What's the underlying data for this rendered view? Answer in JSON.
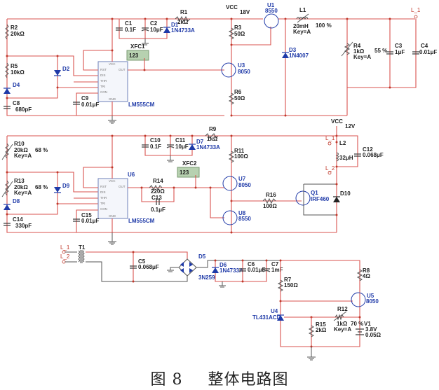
{
  "caption": {
    "figure": "图 8",
    "title": "整体电路图"
  },
  "rails": {
    "vcc_top": {
      "label": "VCC",
      "value": "18V"
    },
    "vcc_mid": {
      "label": "VCC",
      "value": "12V"
    }
  },
  "terminals": {
    "l1": "L_1",
    "l2": "L_2"
  },
  "components": {
    "R1": {
      "name": "R1",
      "value": "2kΩ"
    },
    "R2": {
      "name": "R2",
      "value": "20kΩ"
    },
    "R3": {
      "name": "R3",
      "value": "50Ω"
    },
    "R4": {
      "name": "R4",
      "value": "1kΩ",
      "key": "Key=A",
      "percent": "55 %"
    },
    "R5": {
      "name": "R5",
      "value": "10kΩ"
    },
    "R6": {
      "name": "R6",
      "value": "50Ω"
    },
    "R7": {
      "name": "R7",
      "value": "150Ω"
    },
    "R8": {
      "name": "R8",
      "value": "4Ω"
    },
    "R9": {
      "name": "R9",
      "value": "1kΩ"
    },
    "R10": {
      "name": "R10",
      "value": "20kΩ",
      "key": "Key=A",
      "percent": "68 %"
    },
    "R11": {
      "name": "R11",
      "value": "100Ω"
    },
    "R12": {
      "name": "R12",
      "value": "1kΩ",
      "key": "Key=A",
      "percent": "70 %"
    },
    "R13": {
      "name": "R13",
      "value": "20kΩ",
      "key": "Key=A",
      "percent": "68 %"
    },
    "R14": {
      "name": "R14",
      "value": "220Ω"
    },
    "R15": {
      "name": "R15",
      "value": "2kΩ"
    },
    "R16": {
      "name": "R16",
      "value": "100Ω"
    },
    "C1": {
      "name": "C1",
      "value": "0.1F"
    },
    "C2": {
      "name": "C2",
      "value": "10μF"
    },
    "C3": {
      "name": "C3",
      "value": "1μF"
    },
    "C4": {
      "name": "C4",
      "value": "0.01μF"
    },
    "C5": {
      "name": "C5",
      "value": "0.068μF"
    },
    "C6": {
      "name": "C6",
      "value": "0.01μF"
    },
    "C7": {
      "name": "C7",
      "value": "1mF"
    },
    "C8": {
      "name": "C8",
      "value": "680pF"
    },
    "C9": {
      "name": "C9",
      "value": "0.01μF"
    },
    "C10": {
      "name": "C10",
      "value": "0.1F"
    },
    "C11": {
      "name": "C11",
      "value": "10μF"
    },
    "C12": {
      "name": "C12",
      "value": "0.068μF"
    },
    "C13": {
      "name": "C13",
      "value": "0.1μF"
    },
    "C14": {
      "name": "C14",
      "value": "330pF"
    },
    "C15": {
      "name": "C15",
      "value": "0.01μF"
    },
    "L1": {
      "name": "L1",
      "value": "20mH",
      "key": "Key=A",
      "percent": "100 %"
    },
    "L2": {
      "name": "L2",
      "value": "32μH"
    },
    "D1": {
      "name": "D1",
      "value": "1N4733A"
    },
    "D2": {
      "name": "D2"
    },
    "D3": {
      "name": "D3",
      "value": "1N4007"
    },
    "D4": {
      "name": "D4"
    },
    "D5": {
      "name": "D5",
      "value": "3N259"
    },
    "D6": {
      "name": "D6",
      "value": "1N4733A"
    },
    "D7": {
      "name": "D7",
      "value": "1N4733A"
    },
    "D8": {
      "name": "D8"
    },
    "D9": {
      "name": "D9"
    },
    "D10": {
      "name": "D10"
    },
    "U1": {
      "name": "U1",
      "value": "8550"
    },
    "U3": {
      "name": "U3",
      "value": "8050"
    },
    "U4": {
      "name": "U4",
      "value": "TL431ACD"
    },
    "U5": {
      "name": "U5",
      "value": "8050"
    },
    "U6": {
      "name": "U6",
      "value": "LM555CM"
    },
    "U2": {
      "value": "LM555CM"
    },
    "U7": {
      "name": "U7",
      "value": "8050"
    },
    "U8": {
      "name": "U8",
      "value": "8550"
    },
    "Q1": {
      "name": "Q1",
      "value": "IRF460"
    },
    "T1": {
      "name": "T1"
    },
    "V1": {
      "name": "V1",
      "value": "3.8V",
      "esr": "0.05Ω"
    },
    "XFC1": {
      "name": "XFC1",
      "display": "123"
    },
    "XFC2": {
      "name": "XFC2",
      "display": "123"
    }
  },
  "chip_pins": {
    "vcc": "VCC",
    "rst": "RST",
    "dis": "DIS",
    "thr": "THR",
    "tri": "TRI",
    "con": "CON",
    "out": "OUT",
    "gnd": "GND"
  }
}
